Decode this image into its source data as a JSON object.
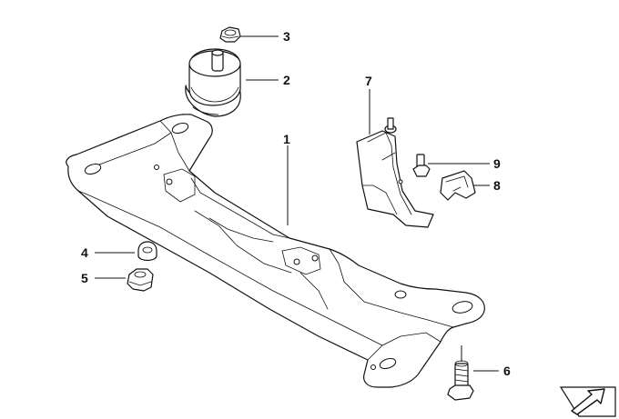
{
  "diagram": {
    "callouts": [
      {
        "id": "callout-1",
        "label": "1"
      },
      {
        "id": "callout-2",
        "label": "2"
      },
      {
        "id": "callout-3",
        "label": "3"
      },
      {
        "id": "callout-4",
        "label": "4"
      },
      {
        "id": "callout-5",
        "label": "5"
      },
      {
        "id": "callout-6",
        "label": "6"
      },
      {
        "id": "callout-7",
        "label": "7"
      },
      {
        "id": "callout-8",
        "label": "8"
      },
      {
        "id": "callout-9",
        "label": "9"
      }
    ],
    "colors": {
      "line": "#111111",
      "background": "#ffffff"
    },
    "corner_icon": "view-direction-arrow-icon"
  }
}
